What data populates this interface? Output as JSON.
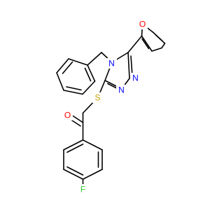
{
  "molecule": {
    "atoms": [
      {
        "id": "O1",
        "label": "O",
        "color": "#ff0000"
      },
      {
        "id": "N4",
        "label": "N",
        "color": "#0000ff"
      },
      {
        "id": "N2",
        "label": "N",
        "color": "#0000ff"
      },
      {
        "id": "N1",
        "label": "N",
        "color": "#0000ff"
      },
      {
        "id": "S1",
        "label": "S",
        "color": "#c8a000"
      },
      {
        "id": "O2",
        "label": "O",
        "color": "#ff0000"
      },
      {
        "id": "F1",
        "label": "F",
        "color": "#33cc33"
      }
    ]
  },
  "colors": {
    "bond": "#000000",
    "background": "#ffffff"
  }
}
